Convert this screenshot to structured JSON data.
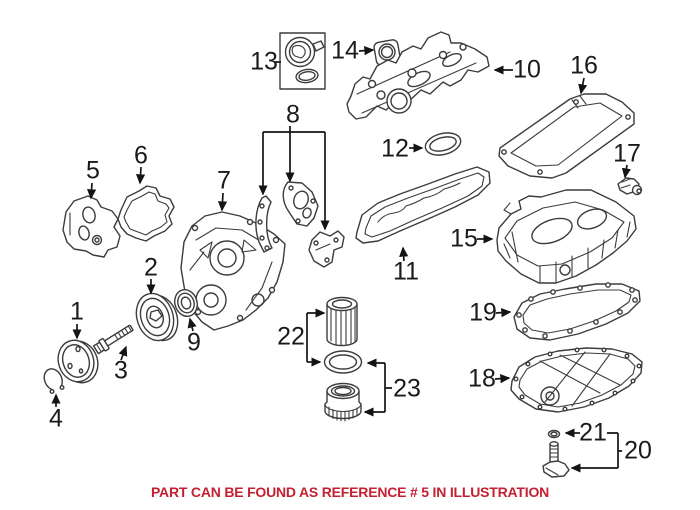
{
  "figure": {
    "type": "exploded-parts-diagram",
    "footer_note": "PART CAN BE FOUND AS REFERENCE # 5 IN ILLUSTRATION",
    "referenced_part": "5",
    "colors": {
      "background": "#FFFFFF",
      "artwork_line": "#3C3C3C",
      "callout_line": "#141414",
      "label_text": "#1A1A1A",
      "footer_text": "#C32032"
    },
    "callouts": {
      "c1": "1",
      "c2": "2",
      "c3": "3",
      "c4": "4",
      "c5": "5",
      "c6": "6",
      "c7": "7",
      "c8": "8",
      "c9": "9",
      "c10": "10",
      "c11": "11",
      "c12": "12",
      "c13": "13",
      "c14": "14",
      "c15": "15",
      "c16": "16",
      "c17": "17",
      "c18": "18",
      "c19": "19",
      "c20": "20",
      "c21": "21",
      "c22": "22",
      "c23": "23"
    }
  }
}
